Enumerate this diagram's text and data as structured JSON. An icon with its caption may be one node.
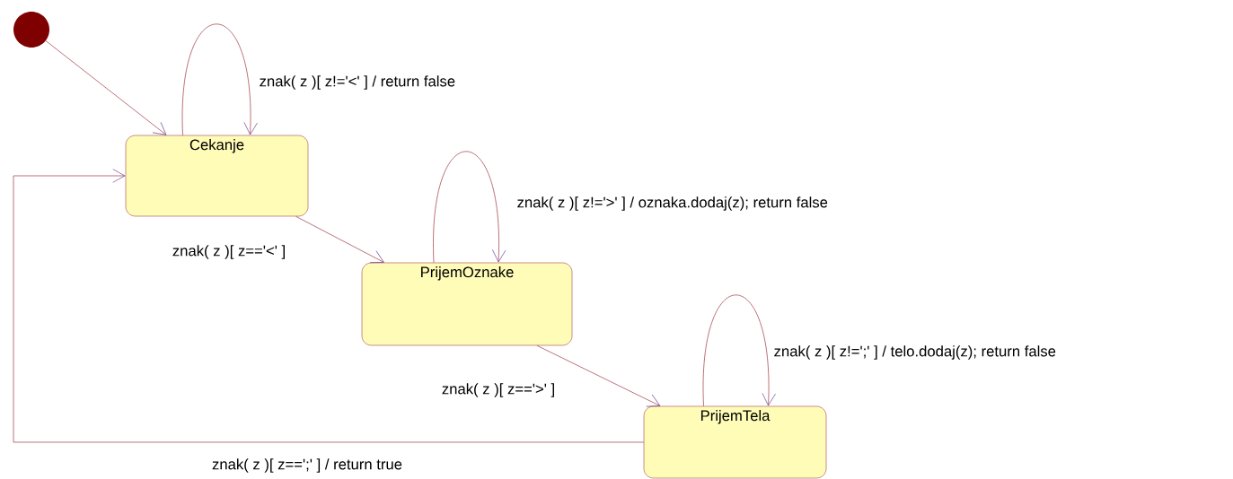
{
  "diagram": {
    "nodes": [
      {
        "text": [],
        "shape": "circle"
      },
      {
        "text": [
          "Cekanje"
        ]
      },
      {
        "text": [
          "PrijemOznake"
        ]
      },
      {
        "text": [
          "PrijemTela"
        ]
      }
    ],
    "edges": [
      {
        "from": 0,
        "to": 1,
        "arrow": "to"
      },
      {
        "from": 1,
        "to": 1,
        "arrow": "to",
        "label": "znak( z )[ z!='<' ] / return false"
      },
      {
        "from": 1,
        "to": 2,
        "arrow": "to",
        "label": "znak( z )[ z=='<' ]"
      },
      {
        "from": 2,
        "to": 2,
        "arrow": "to",
        "label": "znak( z )[ z!='>' ] / oznaka.dodaj(z); return false"
      },
      {
        "from": 2,
        "to": 3,
        "arrow": "to",
        "label": "znak( z )[ z=='>' ]"
      },
      {
        "from": 3,
        "to": 3,
        "arrow": "to",
        "label": "znak( z )[ z!=';' ] / telo.dodaj(z); return false"
      },
      {
        "from": 3,
        "to": 1,
        "arrow": "to",
        "label": "znak( z )[ z==';' ] / return true"
      }
    ]
  }
}
